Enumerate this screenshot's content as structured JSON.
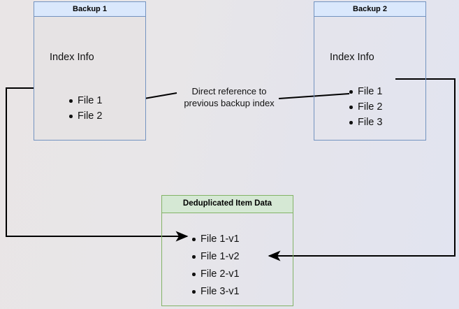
{
  "diagram": {
    "title_hidden": "",
    "background_colors": {
      "left": "#e9e5e6",
      "right": "#e2e4f0"
    },
    "palette": {
      "backup_header_fill": "#dae8fc",
      "backup_border": "#7393c0",
      "backup1_body_fill": "#e6e3e4",
      "dedup_header_fill": "#d5e8d4",
      "dedup_border": "#82b366",
      "connector": "#000000",
      "text": "#111111"
    },
    "nodes": {
      "backup1": {
        "header": "Backup 1",
        "section_label": "Index Info",
        "files": [
          "File 1",
          "File 2"
        ]
      },
      "backup2": {
        "header": "Backup 2",
        "section_label": "Index Info",
        "files": [
          "File 1",
          "File 2",
          "File 3"
        ]
      },
      "dedup": {
        "header": "Deduplicated Item Data",
        "files": [
          "File 1-v1",
          "File 1-v2",
          "File 2-v1",
          "File 3-v1"
        ]
      }
    },
    "annotations": {
      "direct_reference": {
        "line1": "Direct reference to",
        "line2": "previous backup index"
      }
    },
    "connectors": [
      {
        "name": "backup2-file2-to-backup1-file2",
        "from": "Backup 2 / File 2",
        "to": "Backup 1 / File 2",
        "label": "Direct reference to previous backup index",
        "arrowhead": "end"
      },
      {
        "name": "backup1-file1-to-dedup-file1v1",
        "from": "Backup 1 / File 1",
        "to": "Deduplicated Item Data / File 1-v1",
        "arrowhead": "end"
      },
      {
        "name": "backup2-file1-to-dedup-file1v2",
        "from": "Backup 2 / File 1",
        "to": "Deduplicated Item Data / File 1-v2",
        "arrowhead": "end"
      }
    ]
  }
}
